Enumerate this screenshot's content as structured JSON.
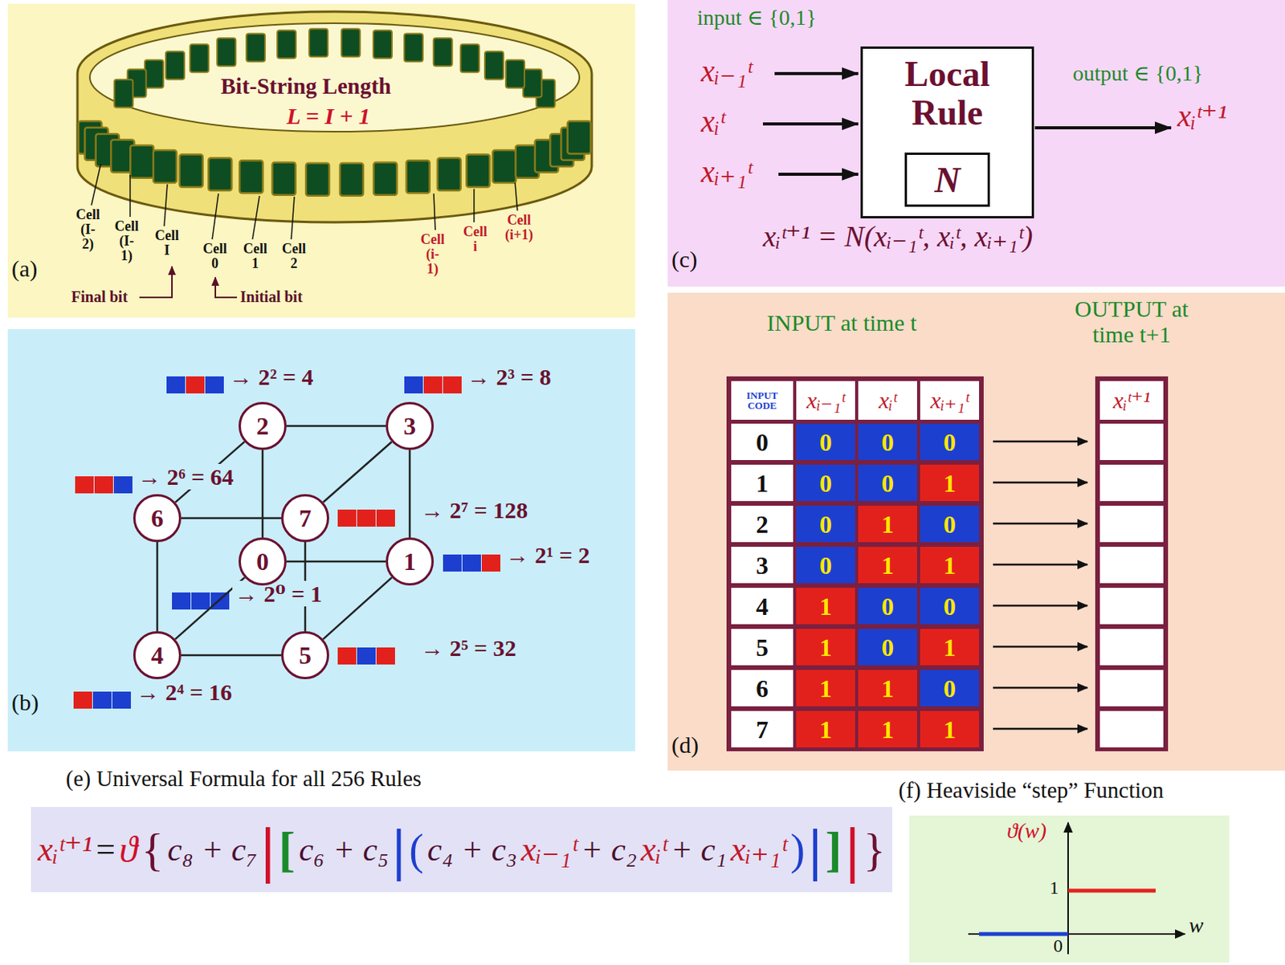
{
  "diagram": {
    "nodes": [
      {
        "text": [
          "0"
        ]
      },
      {
        "text": [
          "1"
        ]
      },
      {
        "text": [
          "2"
        ]
      },
      {
        "text": [
          "3"
        ]
      },
      {
        "text": [
          "4"
        ]
      },
      {
        "text": [
          "5"
        ]
      },
      {
        "text": [
          "6"
        ]
      },
      {
        "text": [
          "7"
        ]
      },
      {
        "text": [
          "Local Rule"
        ]
      },
      {
        "text": [
          "N"
        ],
        "in": 8
      },
      {
        "text": [
          "xᵢᵗ⁺¹",
          "=",
          "ϑ",
          "{",
          "c₈ + c₇",
          "|",
          "[",
          "c₆ + c₅",
          "|",
          "(",
          "c₄ + c₃",
          "xᵢ₋₁ᵗ",
          "+ c₂",
          "xᵢᵗ",
          "+ c₁",
          "xᵢ₊₁ᵗ",
          ")",
          "|",
          "]",
          "|",
          "}"
        ]
      }
    ],
    "edges": [
      {
        "from": 0,
        "to": 1,
        "arrow": "none"
      },
      {
        "from": 0,
        "to": 2,
        "arrow": "none"
      },
      {
        "from": 0,
        "to": 4,
        "arrow": "none"
      },
      {
        "from": 1,
        "to": 3,
        "arrow": "none"
      },
      {
        "from": 1,
        "to": 5,
        "arrow": "none"
      },
      {
        "from": 2,
        "to": 3,
        "arrow": "none"
      },
      {
        "from": 2,
        "to": 6,
        "arrow": "none"
      },
      {
        "from": 3,
        "to": 7,
        "arrow": "none"
      },
      {
        "from": 4,
        "to": 5,
        "arrow": "none"
      },
      {
        "from": 4,
        "to": 6,
        "arrow": "none"
      },
      {
        "from": 5,
        "to": 7,
        "arrow": "none"
      },
      {
        "from": 6,
        "to": 7,
        "arrow": "none"
      }
    ],
    "labels": [
      "(a)",
      "Bit-String Length",
      "L = I + 1",
      "Cell (I-2)",
      "Cell (I-1)",
      "Cell I",
      "Cell 0",
      "Cell 1",
      "Cell 2",
      "Cell (i-1)",
      "Cell i",
      "Cell (i+1)",
      "Final bit",
      "Initial bit",
      "(b)",
      "→ 2⁰ = 1",
      "→ 2¹ = 2",
      "→ 2² = 4",
      "→ 2³ = 8",
      "→ 2⁴ = 16",
      "→ 2⁵ = 32",
      "→ 2⁶ = 64",
      "→ 2⁷ = 128",
      "(c)",
      "input ∈ {0,1}",
      "output ∈ {0,1}",
      "xᵢ₋₁ᵗ",
      "xᵢᵗ",
      "xᵢ₊₁ᵗ",
      "xᵢᵗ⁺¹",
      "xᵢᵗ⁺¹ = N(xᵢ₋₁ᵗ, xᵢᵗ, xᵢ₊₁ᵗ)",
      "(d)",
      "INPUT at time t",
      "OUTPUT at time t+1",
      "INPUT CODE",
      "xᵢ₋₁ᵗ",
      "xᵢᵗ",
      "xᵢ₊₁ᵗ",
      "xᵢᵗ⁺¹",
      "0",
      "1",
      "2",
      "3",
      "4",
      "5",
      "6",
      "7",
      "0",
      "0",
      "0",
      "0",
      "0",
      "1",
      "0",
      "1",
      "0",
      "0",
      "1",
      "1",
      "1",
      "0",
      "0",
      "1",
      "0",
      "1",
      "1",
      "1",
      "0",
      "1",
      "1",
      "1",
      "(e) Universal Formula for all 256 Rules",
      "(f) Heaviside “step” Function",
      "ϑ(w)",
      "1",
      "0",
      "w"
    ]
  }
}
